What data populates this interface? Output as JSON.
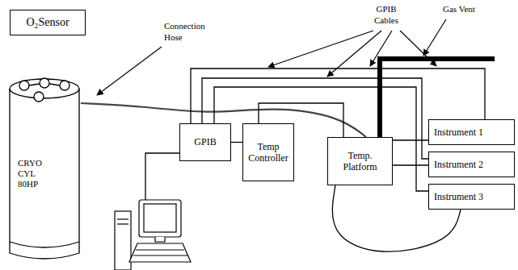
{
  "diagram": {
    "nodes": [
      {
        "text": [
          "O₂Sensor"
        ]
      },
      {
        "text": [
          "CRYO CYL 80HP"
        ]
      },
      {
        "text": [
          "GPIB"
        ]
      },
      {
        "text": [
          "Temp Controller"
        ]
      },
      {
        "text": [
          "Temp. Platform"
        ]
      },
      {
        "text": [
          "Instrument 1"
        ]
      },
      {
        "text": [
          "Instrument 2"
        ]
      },
      {
        "text": [
          "Instrument 3"
        ]
      }
    ],
    "edges": [
      {
        "from": 1,
        "to": 4,
        "arrow": "none"
      },
      {
        "from": 2,
        "to": 3,
        "arrow": "none"
      },
      {
        "from": 2,
        "to": 5,
        "arrow": "none"
      },
      {
        "from": 2,
        "to": 6,
        "arrow": "none"
      },
      {
        "from": 2,
        "to": 7,
        "arrow": "none"
      },
      {
        "from": 3,
        "to": 4,
        "arrow": "none"
      },
      {
        "from": 4,
        "to": 5,
        "arrow": "none"
      },
      {
        "from": 4,
        "to": 6,
        "arrow": "none"
      },
      {
        "from": 4,
        "to": 7,
        "arrow": "none"
      }
    ],
    "labels": [
      "Connection Hose",
      "GPIB Cables",
      "Gas Vent"
    ]
  }
}
